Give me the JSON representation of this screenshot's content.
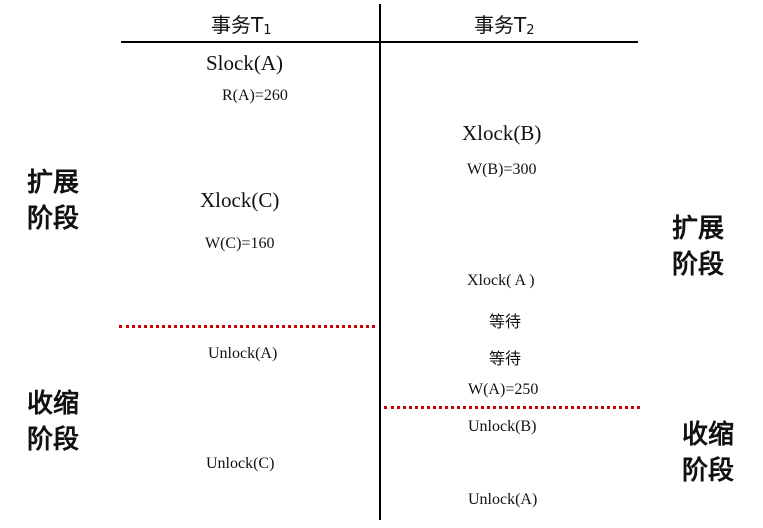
{
  "columns": {
    "t1": {
      "prefix": "事务T",
      "sub": "1"
    },
    "t2": {
      "prefix": "事务T",
      "sub": "2"
    }
  },
  "t1_ops": {
    "slock_a": "Slock(A)",
    "read_a": "R(A)=260",
    "xlock_c": "Xlock(C)",
    "write_c": "W(C)=160",
    "unlock_a": "Unlock(A)",
    "unlock_c": "Unlock(C)"
  },
  "t2_ops": {
    "xlock_b": "Xlock(B)",
    "write_b": "W(B)=300",
    "xlock_a": "Xlock( A )",
    "wait_1": "等待",
    "wait_2": "等待",
    "write_a": "W(A)=250",
    "unlock_b": "Unlock(B)",
    "unlock_a": "Unlock(A)"
  },
  "phases": {
    "left_growing": [
      "扩展",
      "阶段"
    ],
    "left_shrinking": [
      "收缩",
      "阶段"
    ],
    "right_growing": [
      "扩展",
      "阶段"
    ],
    "right_shrinking": [
      "收缩",
      "阶段"
    ]
  },
  "colors": {
    "divider": "#000000",
    "phase_boundary": "#cc0000"
  }
}
